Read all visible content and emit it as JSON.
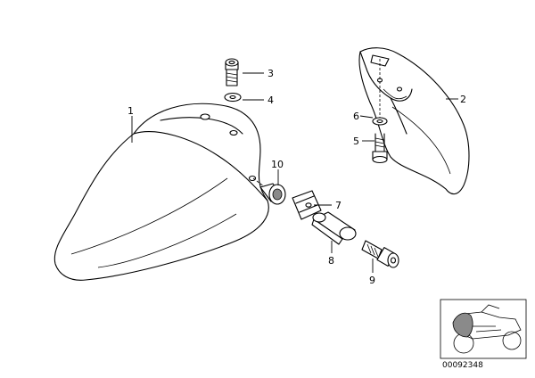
{
  "callouts": {
    "c1": "1",
    "c2": "2",
    "c3": "3",
    "c4": "4",
    "c5": "5",
    "c6": "6",
    "c7": "7",
    "c8": "8",
    "c9": "9",
    "c10": "10"
  },
  "drawing_code": "00092348"
}
